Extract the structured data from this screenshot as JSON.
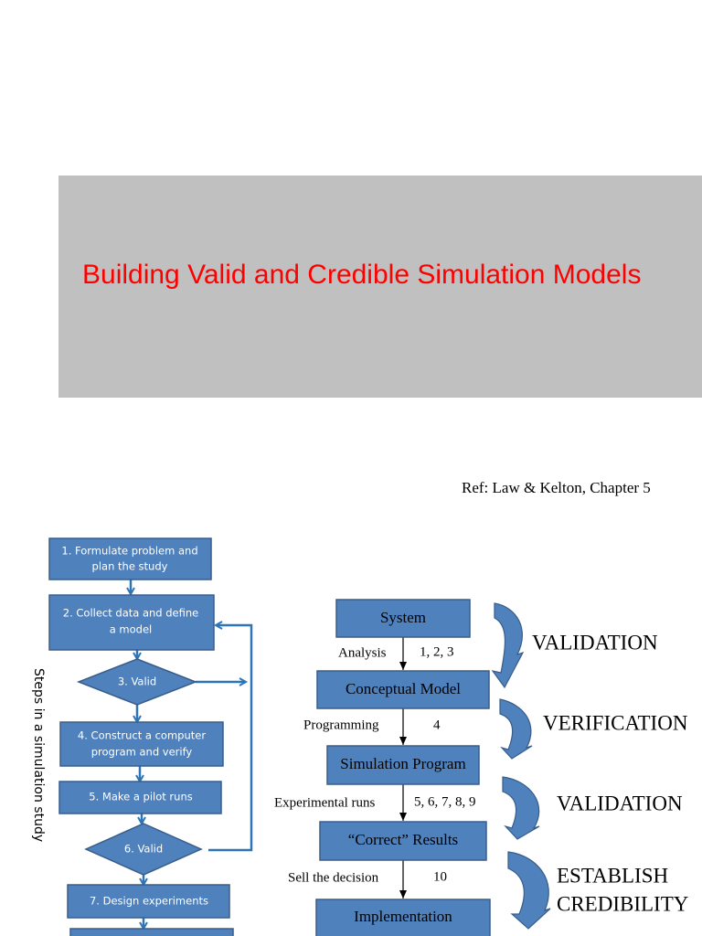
{
  "title": "Building Valid and Credible Simulation Models",
  "reference": "Ref: Law & Kelton, Chapter 5",
  "left_flow": {
    "caption": "Steps in a simulation study",
    "step1": [
      "1. Formulate problem and",
      "plan the study"
    ],
    "step2": [
      "2. Collect data and define",
      "a model"
    ],
    "step3": "3. Valid",
    "step4": [
      "4. Construct a computer",
      "program and verify"
    ],
    "step5": "5. Make a pilot runs",
    "step6": "6. Valid",
    "step7": "7. Design experiments"
  },
  "right_flow": {
    "boxes": {
      "system": "System",
      "conceptual": "Conceptual Model",
      "simulation": "Simulation Program",
      "correct": "“Correct” Results",
      "implementation": "Implementation"
    },
    "edges": {
      "analysis": "Analysis",
      "analysis_steps": "1, 2, 3",
      "programming": "Programming",
      "programming_steps": "4",
      "experimental": "Experimental runs",
      "experimental_steps": "5, 6, 7, 8, 9",
      "sell": "Sell the decision",
      "sell_steps": "10"
    },
    "phases": {
      "validation1": "VALIDATION",
      "verification": "VERIFICATION",
      "validation2": "VALIDATION",
      "credibility_line1": "ESTABLISH",
      "credibility_line2": "CREDIBILITY"
    }
  },
  "colors": {
    "box_fill": "#4f81bd",
    "box_stroke": "#385d8a",
    "connector": "#2e75b6",
    "title_text": "#ff0000",
    "title_band": "#c0c0c0"
  }
}
